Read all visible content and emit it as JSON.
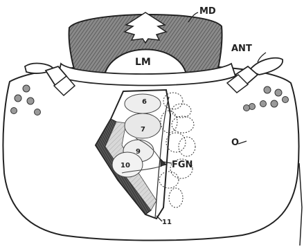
{
  "figure": {
    "labels": {
      "mandible": "MD",
      "labrum": "LM",
      "antenna": "ANT",
      "ocelli": "O",
      "frontal_ganglion": "FGN"
    },
    "numbers": [
      "6",
      "7",
      "9",
      "10",
      "11"
    ]
  }
}
